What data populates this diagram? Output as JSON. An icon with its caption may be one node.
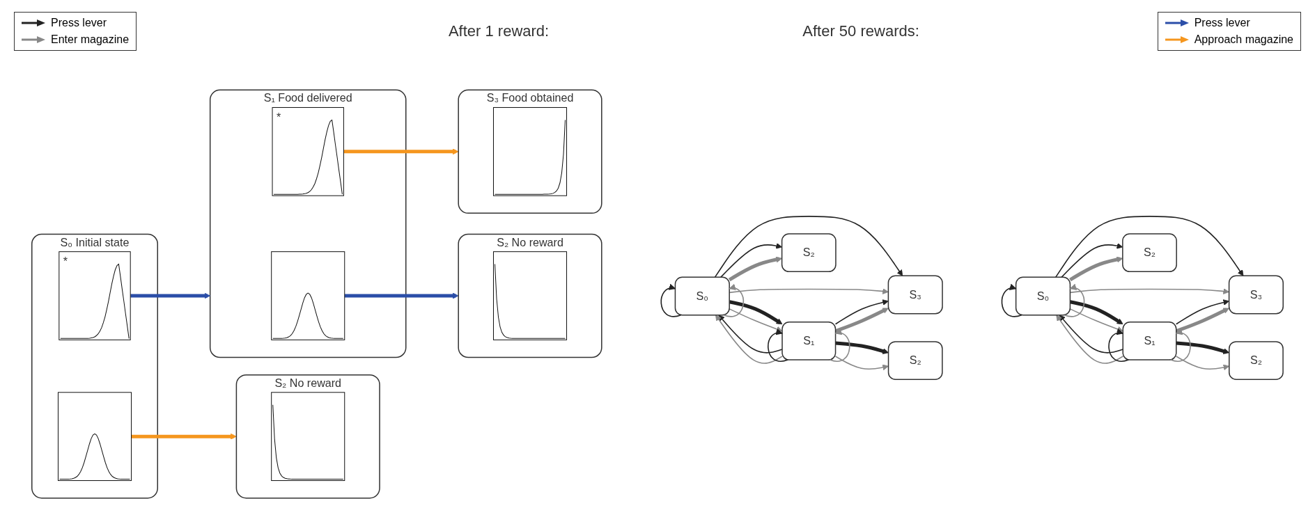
{
  "diagram": {
    "nodes": [
      {
        "text": [
          "S₀"
        ]
      },
      {
        "text": [
          "S₁"
        ]
      },
      {
        "text": [
          "S₂"
        ]
      },
      {
        "text": [
          "S₂"
        ]
      },
      {
        "text": [
          "S₃"
        ]
      },
      {
        "text": [
          "S₀"
        ]
      },
      {
        "text": [
          "S₁"
        ]
      },
      {
        "text": [
          "S₂"
        ]
      },
      {
        "text": [
          "S₂"
        ]
      },
      {
        "text": [
          "S₃"
        ]
      },
      {
        "text": [
          "S₀ Initial state"
        ]
      },
      {
        "text": [
          "*"
        ],
        "in": 10
      },
      {
        "text": [],
        "shape": "picture",
        "in": 10
      },
      {
        "text": [
          "S₁ Food delivered"
        ]
      },
      {
        "text": [],
        "shape": "picture",
        "in": 13
      },
      {
        "text": [
          "*"
        ],
        "in": 13
      },
      {
        "text": [
          "S₂ No reward"
        ]
      },
      {
        "text": [],
        "shape": "picture",
        "in": 16
      },
      {
        "text": [
          "S₂ No reward"
        ]
      },
      {
        "text": [],
        "shape": "picture",
        "in": 18
      },
      {
        "text": [
          "S₃ Food obtained"
        ]
      },
      {
        "text": [],
        "shape": "picture",
        "in": 20
      }
    ],
    "edges": [
      {
        "from": 0,
        "to": 0,
        "arrow": "to",
        "color": "#222222"
      },
      {
        "from": 0,
        "to": 1,
        "arrow": "to",
        "style": "thick",
        "color": "#222222"
      },
      {
        "from": 0,
        "to": 2,
        "arrow": "to",
        "color": "#222222"
      },
      {
        "from": 0,
        "to": 4,
        "arrow": "to",
        "color": "#222222"
      },
      {
        "from": 0,
        "to": 0,
        "arrow": "to",
        "color": "#888888"
      },
      {
        "from": 0,
        "to": 1,
        "arrow": "to",
        "color": "#888888"
      },
      {
        "from": 0,
        "to": 2,
        "arrow": "to",
        "style": "thick",
        "color": "#888888"
      },
      {
        "from": 0,
        "to": 4,
        "arrow": "to",
        "color": "#888888"
      },
      {
        "from": 1,
        "to": 1,
        "arrow": "to",
        "color": "#222222"
      },
      {
        "from": 1,
        "to": 0,
        "arrow": "to",
        "color": "#222222"
      },
      {
        "from": 1,
        "to": 3,
        "arrow": "to",
        "style": "thick",
        "color": "#222222"
      },
      {
        "from": 1,
        "to": 4,
        "arrow": "to",
        "color": "#222222"
      },
      {
        "from": 1,
        "to": 1,
        "arrow": "to",
        "color": "#888888"
      },
      {
        "from": 1,
        "to": 0,
        "arrow": "to",
        "color": "#888888"
      },
      {
        "from": 1,
        "to": 3,
        "arrow": "to",
        "color": "#888888"
      },
      {
        "from": 1,
        "to": 4,
        "arrow": "to",
        "style": "thick",
        "color": "#888888"
      },
      {
        "from": 5,
        "to": 5,
        "arrow": "to",
        "color": "#222222"
      },
      {
        "from": 5,
        "to": 6,
        "arrow": "to",
        "style": "thick",
        "color": "#222222"
      },
      {
        "from": 5,
        "to": 7,
        "arrow": "to",
        "color": "#222222"
      },
      {
        "from": 5,
        "to": 9,
        "arrow": "to",
        "color": "#222222"
      },
      {
        "from": 5,
        "to": 5,
        "arrow": "to",
        "color": "#888888"
      },
      {
        "from": 5,
        "to": 6,
        "arrow": "to",
        "color": "#888888"
      },
      {
        "from": 5,
        "to": 7,
        "arrow": "to",
        "style": "thick",
        "color": "#888888"
      },
      {
        "from": 5,
        "to": 9,
        "arrow": "to",
        "color": "#888888"
      },
      {
        "from": 6,
        "to": 6,
        "arrow": "to",
        "color": "#222222"
      },
      {
        "from": 6,
        "to": 5,
        "arrow": "to",
        "color": "#222222"
      },
      {
        "from": 6,
        "to": 8,
        "arrow": "to",
        "style": "thick",
        "color": "#222222"
      },
      {
        "from": 6,
        "to": 9,
        "arrow": "to",
        "color": "#222222"
      },
      {
        "from": 6,
        "to": 6,
        "arrow": "to",
        "color": "#888888"
      },
      {
        "from": 6,
        "to": 5,
        "arrow": "to",
        "color": "#888888"
      },
      {
        "from": 6,
        "to": 8,
        "arrow": "to",
        "color": "#888888"
      },
      {
        "from": 6,
        "to": 9,
        "arrow": "to",
        "style": "thick",
        "color": "#888888"
      },
      {
        "from": 11,
        "to": 13,
        "arrow": "to",
        "style": "thick",
        "color": "#2b4ea8"
      },
      {
        "from": 12,
        "to": 16,
        "arrow": "to",
        "style": "thick",
        "color": "#f5961e"
      },
      {
        "from": 14,
        "to": 18,
        "arrow": "to",
        "style": "thick",
        "color": "#2b4ea8"
      },
      {
        "from": 15,
        "to": 20,
        "arrow": "to",
        "style": "thick",
        "color": "#f5961e"
      }
    ],
    "labels": [
      "After 1 reward:",
      "After 50 rewards:"
    ],
    "legend": [
      {
        "text": "Press lever"
      },
      {
        "text": "Enter magazine"
      },
      {
        "text": "Press lever"
      },
      {
        "text": "Approach magazine"
      }
    ]
  }
}
